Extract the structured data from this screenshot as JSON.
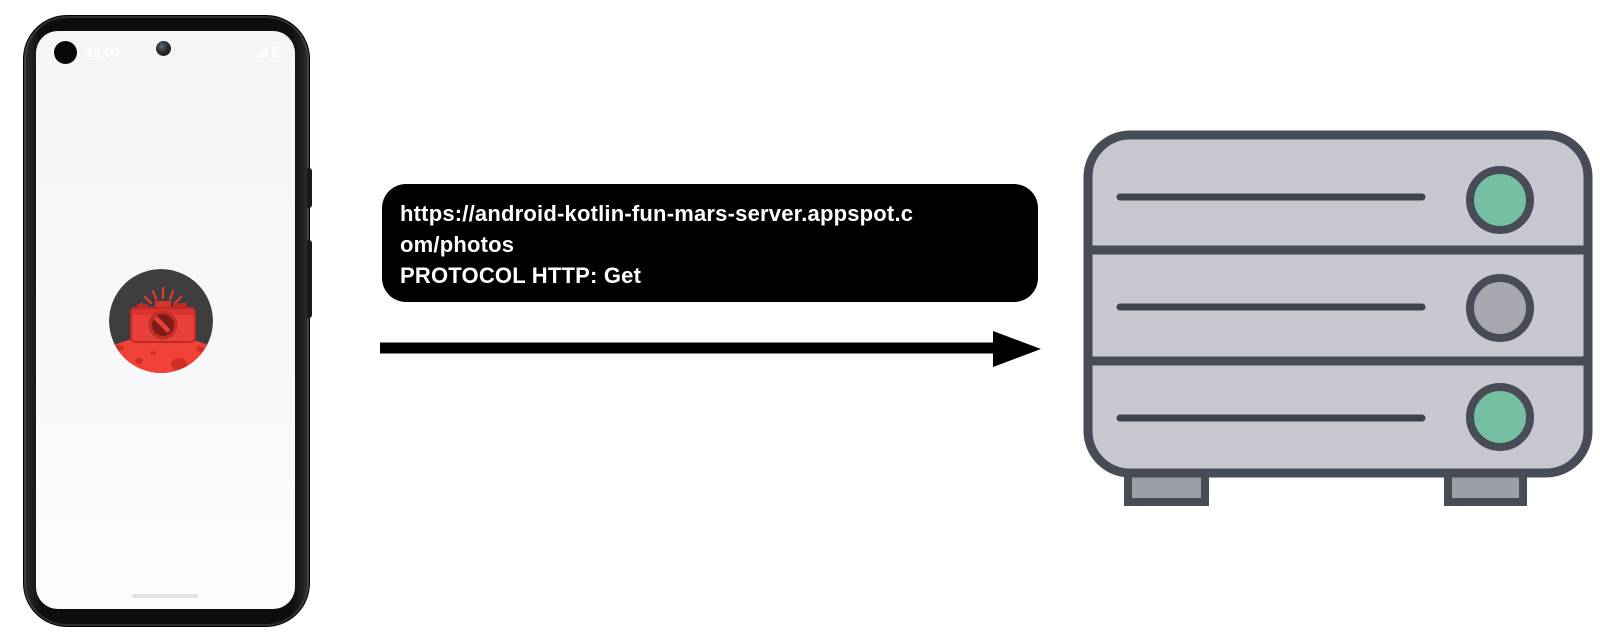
{
  "phone": {
    "time": "12:00",
    "app_icon_name": "mars-photos-camera-icon"
  },
  "request": {
    "lines": [
      "https://android-kotlin-fun-mars-server.appspot.c",
      "om/photos",
      "PROTOCOL HTTP: Get"
    ]
  },
  "server": {
    "leds": [
      {
        "name": "led-top",
        "color": "#74bfa2"
      },
      {
        "name": "led-middle",
        "color": "#a6a7af"
      },
      {
        "name": "led-bottom",
        "color": "#74bfa2"
      }
    ],
    "body_color": "#c7c8cf",
    "outline_color": "#474c56",
    "foot_color": "#9ba0a8",
    "vent_color": "#3d4450"
  },
  "colors": {
    "bubble_bg": "#000000",
    "bubble_text": "#ffffff",
    "arrow": "#000000",
    "icon_red": "#f04238",
    "icon_dark_gray": "#3e3d40",
    "phone_frame": "#0e0e0e",
    "phone_screen": "#f7f7f8"
  },
  "icons": {
    "app": "mars-camera-icon",
    "punch_hole": "front-camera-icon",
    "signal": "signal-icon",
    "battery": "battery-icon"
  }
}
